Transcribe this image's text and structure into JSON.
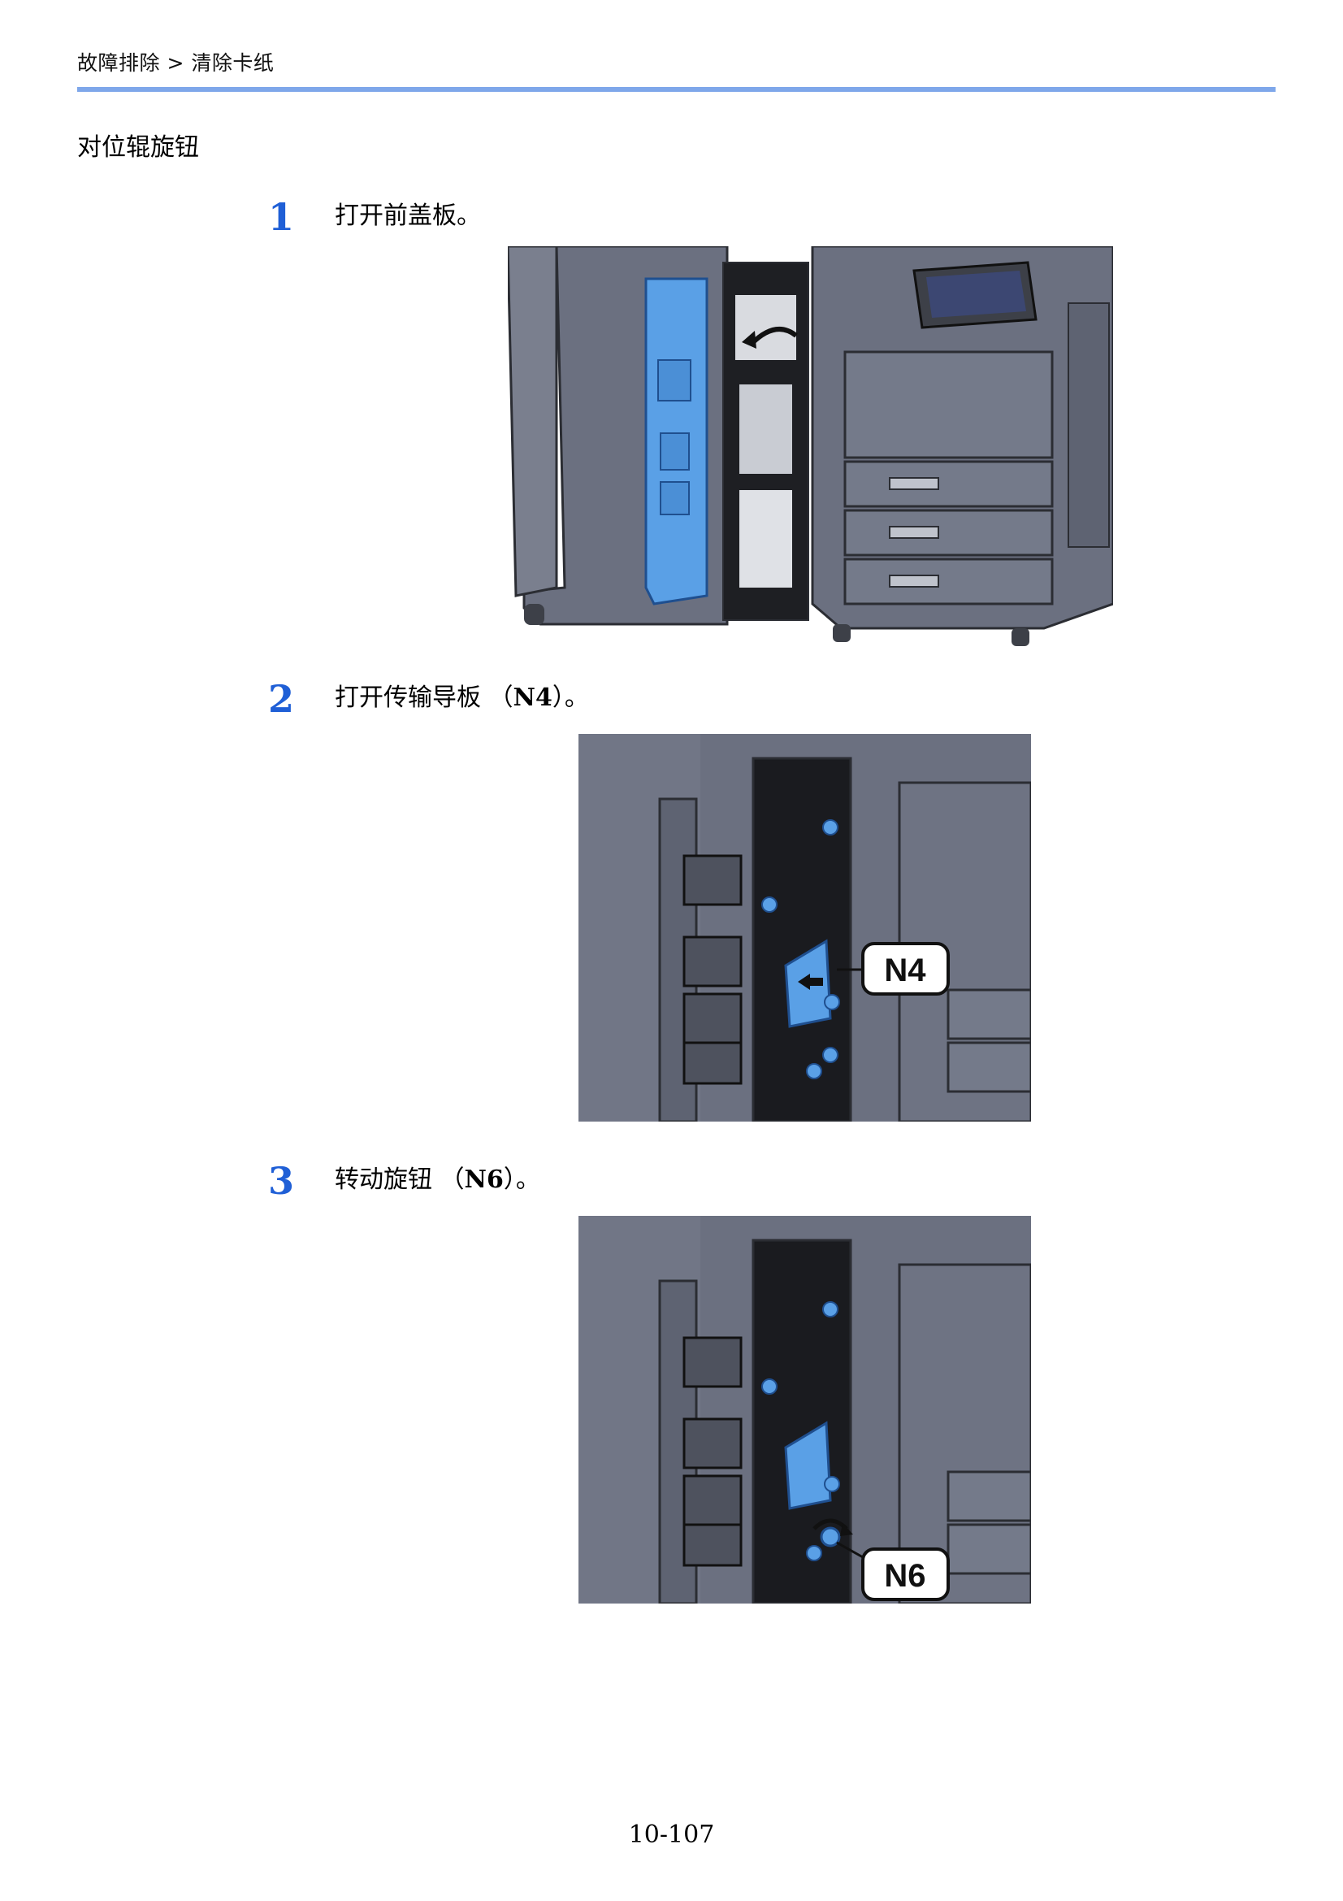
{
  "header": {
    "breadcrumb": "故障排除 > 清除卡纸"
  },
  "section": {
    "title": "对位辊旋钮"
  },
  "steps": [
    {
      "number": "1",
      "text": "打开前盖板。",
      "callout": ""
    },
    {
      "number": "2",
      "text_prefix": "打开传输导板 （",
      "code": "N4",
      "text_suffix": "）。",
      "callout": "N4"
    },
    {
      "number": "3",
      "text_prefix": "转动旋钮 （",
      "code": "N6",
      "text_suffix": "）。",
      "callout": "N6"
    }
  ],
  "footer": {
    "page_number": "10-107"
  },
  "colors": {
    "accent_rule": "#7ea7ea",
    "step_number": "#1f5fd6",
    "highlight_blue": "#5aa0e6",
    "machine_gray": "#6b7080"
  }
}
